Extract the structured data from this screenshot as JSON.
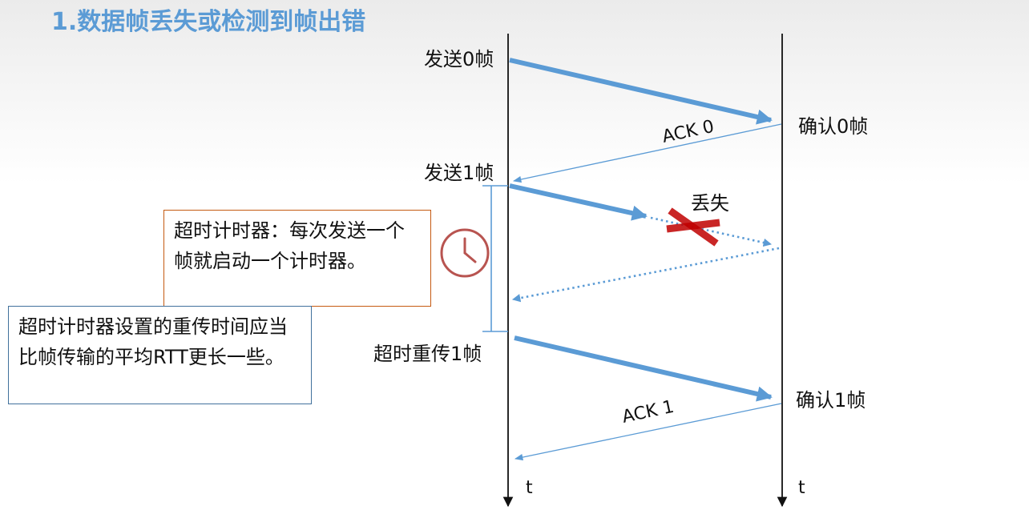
{
  "title": "1.数据帧丢失或检测到帧出错",
  "sender": {
    "send0": "发送0帧",
    "send1": "发送1帧",
    "resend1": "超时重传1帧",
    "time_axis": "t"
  },
  "receiver": {
    "confirm0": "确认0帧",
    "confirm1": "确认1帧",
    "time_axis": "t"
  },
  "messages": {
    "ack0": "ACK 0",
    "ack1": "ACK 1",
    "lost": "丢失"
  },
  "notes": {
    "timer_note": "超时计时器：每次发送一个帧就启动一个计时器。",
    "rtt_note": "超时计时器设置的重传时间应当比帧传输的平均RTT更长一些。"
  },
  "colors": {
    "frame_arrow": "#5b9bd5",
    "lost_cross": "#c00000",
    "clock": "#b85450",
    "title": "#5b9bd5"
  },
  "icons": {
    "clock": "clock-icon",
    "lost": "cross-icon"
  }
}
